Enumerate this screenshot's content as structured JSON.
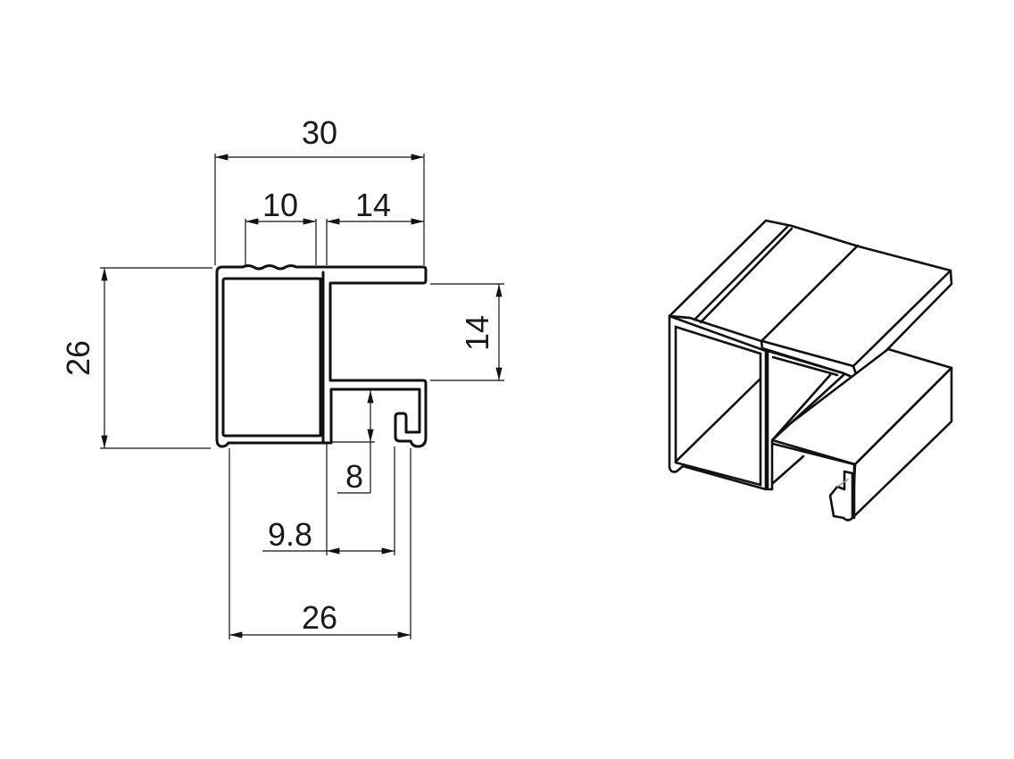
{
  "drawing": {
    "title": "Aluminium profile cross-section with isometric view",
    "units": "mm",
    "colors": {
      "line": "#111111",
      "background": "#ffffff"
    },
    "cross_section": {
      "dimensions": {
        "overall_width": "30",
        "top_left_groove_width": "10",
        "top_right_flange_width": "14",
        "overall_height": "26",
        "right_opening_height": "14",
        "lip_depth": "8",
        "lip_offset": "9.8",
        "bottom_width": "26"
      }
    },
    "isometric_view": {
      "label": "isometric-profile-view"
    }
  }
}
